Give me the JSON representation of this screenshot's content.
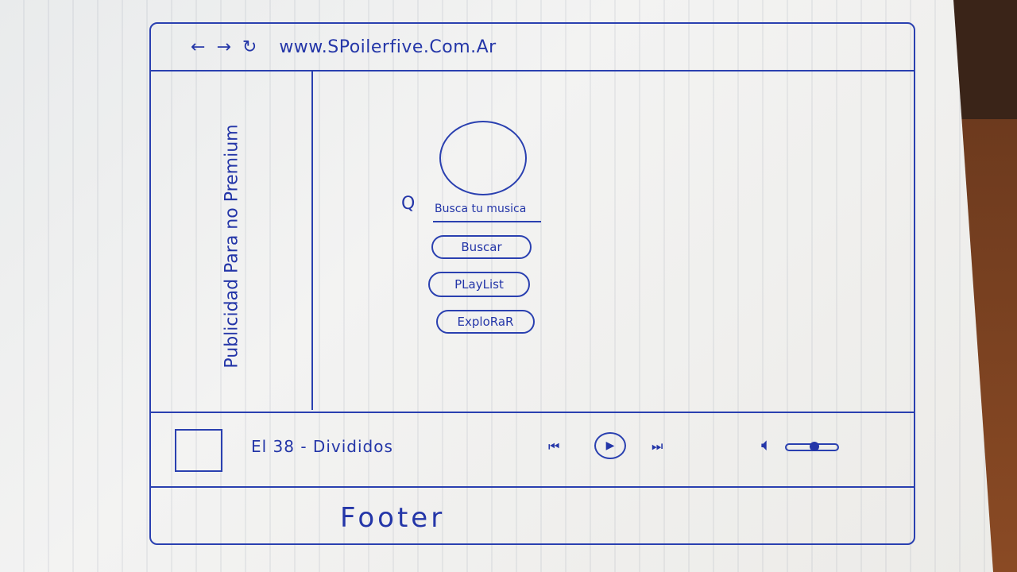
{
  "browser": {
    "url": "www.SPoilerfive.Com.Ar",
    "icons": {
      "back": "arrow-left-icon",
      "forward": "arrow-right-icon",
      "reload": "reload-icon"
    }
  },
  "sidebar": {
    "ad_text": "Publicidad Para no Premium"
  },
  "main": {
    "search_placeholder": "Busca tu musica",
    "buttons": {
      "search": "Buscar",
      "playlist": "PLayList",
      "explore": "ExploRaR"
    }
  },
  "player": {
    "track_label": "El 38 - Divididos",
    "volume_level": 0.55
  },
  "footer": {
    "label": "Footer"
  },
  "colors": {
    "ink": "#2436a8",
    "paper": "#efefee"
  }
}
